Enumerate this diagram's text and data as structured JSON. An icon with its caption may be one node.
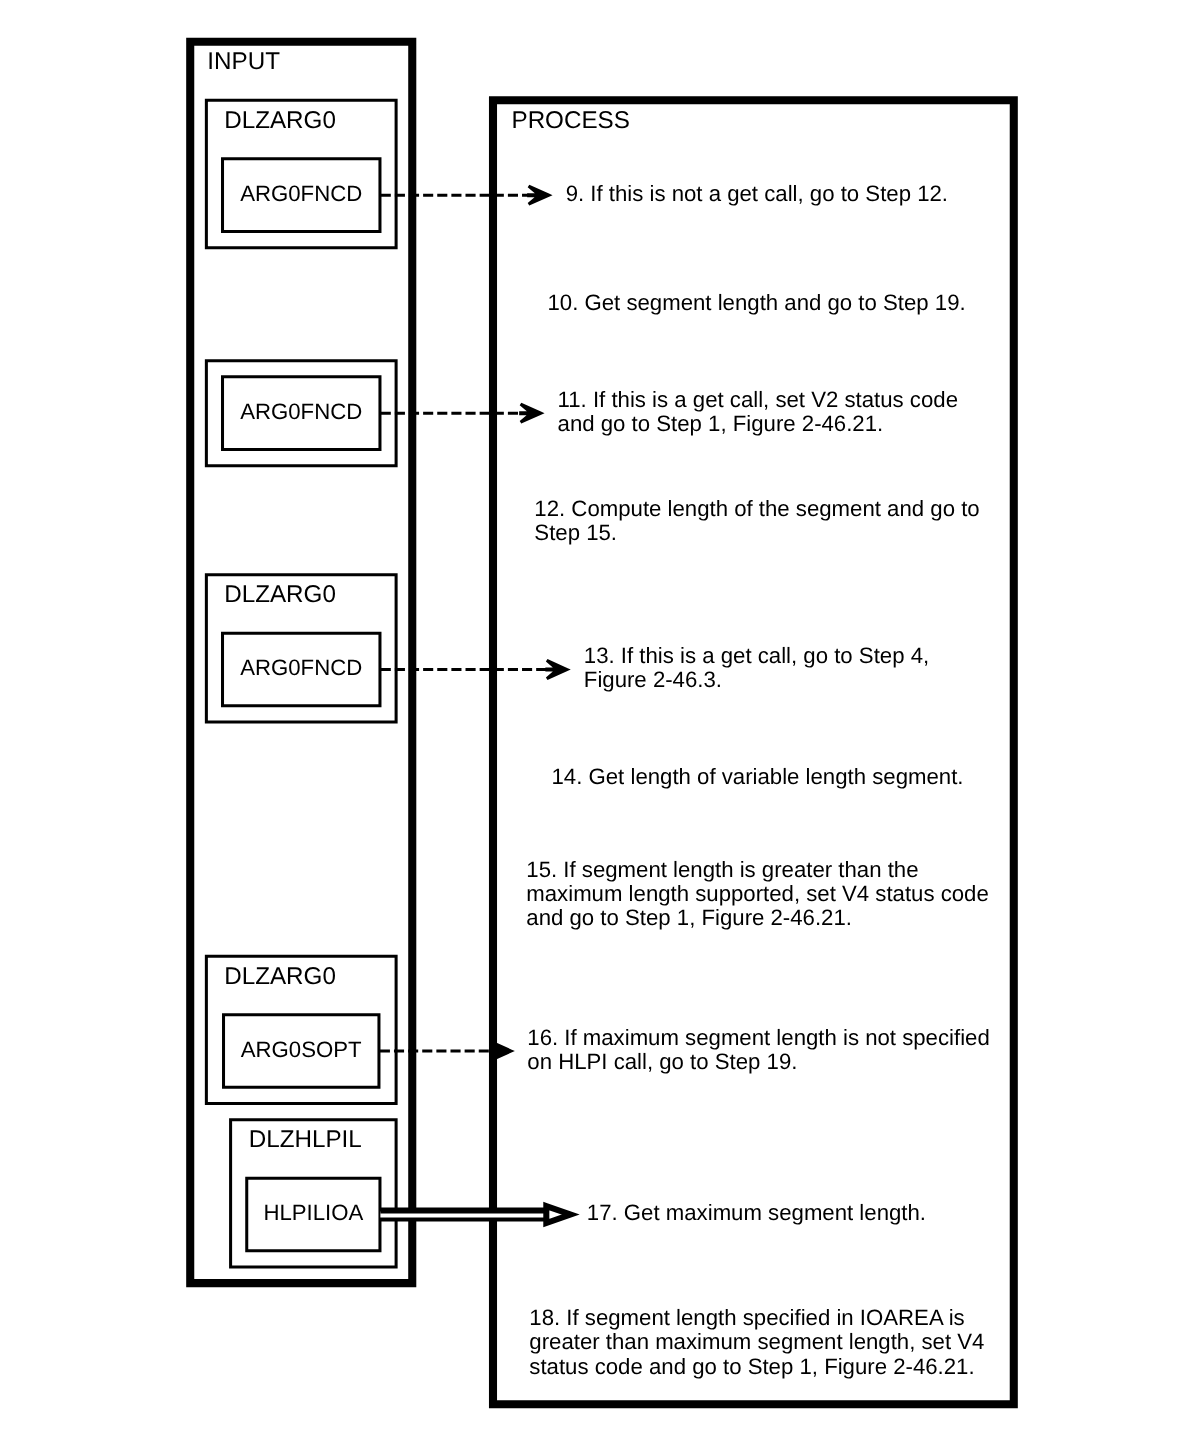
{
  "diagram": {
    "nodes": [
      {
        "text": [
          "INPUT"
        ]
      },
      {
        "text": [
          "DLZARG0"
        ],
        "in": 0
      },
      {
        "text": [
          "ARG0FNCD"
        ],
        "in": 1
      },
      {
        "text": [],
        "shape": "box",
        "in": 0
      },
      {
        "text": [
          "ARG0FNCD"
        ],
        "in": 3
      },
      {
        "text": [
          "DLZARG0"
        ],
        "in": 0
      },
      {
        "text": [
          "ARG0FNCD"
        ],
        "in": 5
      },
      {
        "text": [
          "DLZARG0"
        ],
        "in": 0
      },
      {
        "text": [
          "ARG0SOPT"
        ],
        "in": 7
      },
      {
        "text": [
          "DLZHLPIL"
        ],
        "in": 0
      },
      {
        "text": [
          "HLPILIOA"
        ],
        "in": 9
      },
      {
        "text": [
          "PROCESS"
        ]
      },
      {
        "text": [
          "9. If this is not a get call, go to Step 12."
        ],
        "in": 11
      },
      {
        "text": [
          "10. Get segment length and go to Step 19."
        ],
        "in": 11
      },
      {
        "text": [
          "11. If this is a get call, set V2 status code and go to Step 1, Figure 2-46.21."
        ],
        "in": 11
      },
      {
        "text": [
          "12. Compute length of the segment and go to Step 15."
        ],
        "in": 11
      },
      {
        "text": [
          "13. If this is a get call, go to Step 4, Figure 2-46.3."
        ],
        "in": 11
      },
      {
        "text": [
          "14. Get length of variable length segment."
        ],
        "in": 11
      },
      {
        "text": [
          "15. If segment length is greater than the maximum length supported, set V4 status code and go to Step 1, Figure 2-46.21."
        ],
        "in": 11
      },
      {
        "text": [
          "16. If maximum segment length is not specified on HLPI call, go to Step 19."
        ],
        "in": 11
      },
      {
        "text": [
          "17. Get maximum segment length."
        ],
        "in": 11
      },
      {
        "text": [
          "18. If segment length specified in IOAREA is greater than maximum segment length, set V4 status code and go to Step 1, Figure 2-46.21."
        ],
        "in": 11
      }
    ],
    "edges": [
      {
        "from": 2,
        "to": 12,
        "arrow": "to",
        "style": "dashed"
      },
      {
        "from": 4,
        "to": 14,
        "arrow": "to",
        "style": "dashed"
      },
      {
        "from": 6,
        "to": 16,
        "arrow": "to",
        "style": "dashed"
      },
      {
        "from": 8,
        "to": 19,
        "arrow": "to",
        "style": "dashed"
      },
      {
        "from": 10,
        "to": 20,
        "arrow": "to",
        "style": "thick"
      }
    ]
  }
}
